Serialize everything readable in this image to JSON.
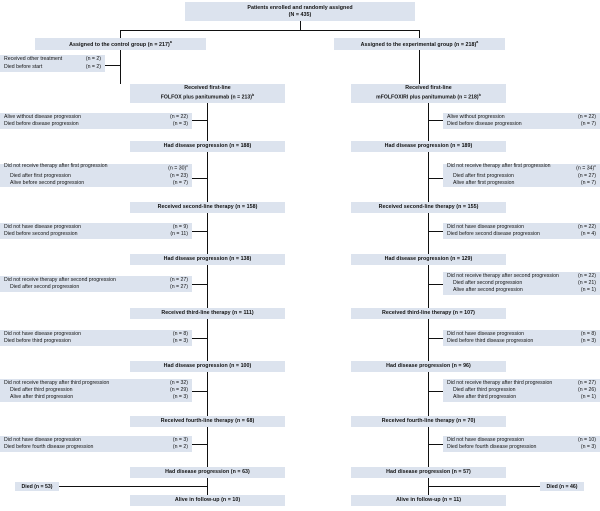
{
  "diagram": {
    "type": "consort-flow-diagram",
    "box_fill": "#dce3ee",
    "line_color": "#111111",
    "enrollment": {
      "line1": "Patients enrolled and randomly assigned",
      "line2": "(N = 435)"
    },
    "arms": {
      "control": {
        "assigned": "Assigned to the control group (n = 217)",
        "assigned_sup": "a",
        "firstline_l1": "Received first-line",
        "firstline_l2": "FOLFOX plus panitumumab (n = 213)",
        "firstline_sup": "b",
        "pre_start_exclusions": [
          {
            "label": "Received other treatment",
            "count": "(n = 2)"
          },
          {
            "label": "Died before start",
            "count": "(n = 2)"
          }
        ],
        "pre_prog1": [
          {
            "label": "Alive without disease progression",
            "count": "(n = 22)"
          },
          {
            "label": "Died before disease progression",
            "count": "(n = 3)"
          }
        ],
        "progression1": "Had disease progression (n = 188)",
        "after_prog1": [
          {
            "label": "Did not receive therapy after first progression",
            "count": "(n = 30)",
            "sup": "c"
          },
          {
            "label": "Died after first progression",
            "count": "(n = 23)"
          },
          {
            "label": "Alive before second progression",
            "count": "(n = 7)"
          }
        ],
        "secondline": "Received second-line therapy (n = 158)",
        "pre_prog2": [
          {
            "label": "Did not have disease progression",
            "count": "(n = 9)"
          },
          {
            "label": "Died before second progression",
            "count": "(n = 11)"
          }
        ],
        "progression2": "Had disease progression (n = 138)",
        "after_prog2": [
          {
            "label": "Did not receive therapy after second progression",
            "count": "(n = 27)"
          },
          {
            "label": "Died after second progression",
            "count": "(n = 27)"
          }
        ],
        "thirdline": "Received third-line therapy (n = 111)",
        "pre_prog3": [
          {
            "label": "Did not have disease progression",
            "count": "(n = 8)"
          },
          {
            "label": "Died before third progression",
            "count": "(n = 3)"
          }
        ],
        "progression3": "Had disease progression (n = 100)",
        "after_prog3": [
          {
            "label": "Did not receive therapy after third progression",
            "count": "(n = 32)"
          },
          {
            "label": "Died after third progression",
            "count": "(n = 29)"
          },
          {
            "label": "Alive after third progression",
            "count": "(n = 3)"
          }
        ],
        "fourthline": "Received fourth-line therapy (n = 68)",
        "pre_prog4": [
          {
            "label": "Did not have disease progression",
            "count": "(n = 3)"
          },
          {
            "label": "Died before fourth disease progression",
            "count": "(n = 2)"
          }
        ],
        "progression4": "Had disease progression (n = 63)",
        "died": "Died (n = 53)",
        "alive": "Alive in follow-up (n = 10)"
      },
      "experimental": {
        "assigned": "Assigned to the experimental group (n = 218)",
        "assigned_sup": "a",
        "firstline_l1": "Received first-line",
        "firstline_l2": "mFOLFOXIRI plus panitumumab (n = 218)",
        "firstline_sup": "b",
        "pre_prog1": [
          {
            "label": "Alive without progression",
            "count": "(n = 22)"
          },
          {
            "label": "Died before disease progression",
            "count": "(n = 7)"
          }
        ],
        "progression1": "Had disease progression (n = 189)",
        "after_prog1": [
          {
            "label": "Did not receive therapy after first progression",
            "count": "(n = 34)",
            "sup": "c"
          },
          {
            "label": "Died after first progression",
            "count": "(n = 27)"
          },
          {
            "label": "Alive after first progression",
            "count": "(n = 7)"
          }
        ],
        "secondline": "Received second-line therapy (n = 155)",
        "pre_prog2": [
          {
            "label": "Did not have disease progression",
            "count": "(n = 22)"
          },
          {
            "label": "Died before second disease progression",
            "count": "(n = 4)"
          }
        ],
        "progression2": "Had disease progression (n = 129)",
        "after_prog2": [
          {
            "label": "Did not receive therapy after second progression",
            "count": "(n = 22)"
          },
          {
            "label": "Died after second progression",
            "count": "(n = 21)"
          },
          {
            "label": "Alive after second progression",
            "count": "(n = 1)"
          }
        ],
        "thirdline": "Received third-line therapy (n = 107)",
        "pre_prog3": [
          {
            "label": "Did not have disease progression",
            "count": "(n = 8)"
          },
          {
            "label": "Died before third disease progression",
            "count": "(n = 3)"
          }
        ],
        "progression3": "Had disease progression (n = 96)",
        "after_prog3": [
          {
            "label": "Did not receive therapy after third progression",
            "count": "(n = 27)"
          },
          {
            "label": "Died after third progression",
            "count": "(n = 26)"
          },
          {
            "label": "Alive after third progression",
            "count": "(n = 1)"
          }
        ],
        "fourthline": "Received fourth-line therapy (n = 70)",
        "pre_prog4": [
          {
            "label": "Did not have disease progression",
            "count": "(n = 10)"
          },
          {
            "label": "Died before fourth disease progression",
            "count": "(n = 3)"
          }
        ],
        "progression4": "Had disease progression (n = 57)",
        "died": "Died (n = 46)",
        "alive": "Alive in follow-up (n = 11)"
      }
    }
  }
}
